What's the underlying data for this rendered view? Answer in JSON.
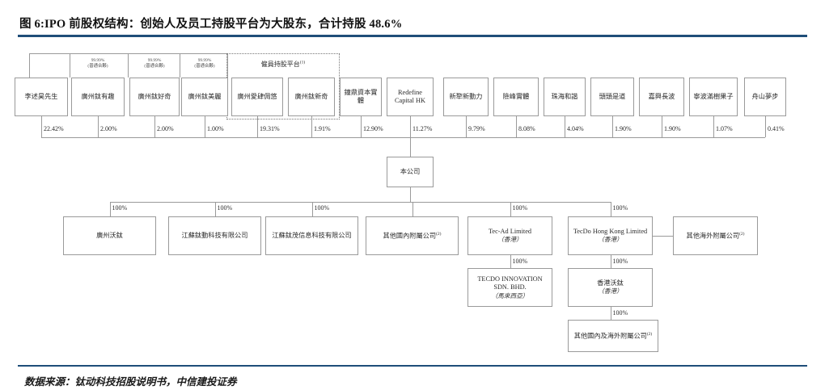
{
  "header": {
    "title": "图 6:IPO 前股权结构：创始人及员工持股平台为大股东，合计持股 48.6%",
    "accent_color": "#1f4e79"
  },
  "footer": {
    "source": "数据来源：钛动科技招股说明书，中信建投证券"
  },
  "chart_data": {
    "type": "diagram",
    "title": "图 6:IPO 前股权结构：创始人及员工持股平台为大股东，合计持股 48.6%",
    "platform_group": {
      "label": "僱員持股平台",
      "footnote": "(1)",
      "members": [
        "廣州愛肆倜悠",
        "廣州鈦新奇"
      ]
    },
    "gp_note": {
      "pct": "99.99%",
      "kind": "(普通合夥)"
    },
    "shareholders": [
      {
        "name": "李述昊先生",
        "pct": "22.42%",
        "gp": false,
        "platform": false
      },
      {
        "name": "廣州鈦有趣",
        "pct": "2.00%",
        "gp": true,
        "platform": false
      },
      {
        "name": "廣州鈦好奇",
        "pct": "2.00%",
        "gp": true,
        "platform": false
      },
      {
        "name": "廣州鈦美麗",
        "pct": "1.00%",
        "gp": true,
        "platform": false
      },
      {
        "name": "廣州愛肆倜悠",
        "pct": "19.31%",
        "gp": false,
        "platform": true
      },
      {
        "name": "廣州鈦新奇",
        "pct": "1.91%",
        "gp": false,
        "platform": true
      },
      {
        "name": "鐘鼎資本實體",
        "pct": "12.90%",
        "gp": false,
        "platform": false
      },
      {
        "name": "Redefine Capital HK",
        "pct": "11.27%",
        "gp": false,
        "platform": false,
        "latin": true
      },
      {
        "name": "新犂新動力",
        "pct": "9.79%",
        "gp": false,
        "platform": false
      },
      {
        "name": "險峰實體",
        "pct": "8.08%",
        "gp": false,
        "platform": false
      },
      {
        "name": "珠海和諧",
        "pct": "4.04%",
        "gp": false,
        "platform": false
      },
      {
        "name": "頭頭是道",
        "pct": "1.90%",
        "gp": false,
        "platform": false
      },
      {
        "name": "嘉興長波",
        "pct": "1.90%",
        "gp": false,
        "platform": false
      },
      {
        "name": "寧波滿樹果子",
        "pct": "1.07%",
        "gp": false,
        "platform": false
      },
      {
        "name": "舟山夢步",
        "pct": "0.41%",
        "gp": false,
        "platform": false
      }
    ],
    "company": {
      "name": "本公司"
    },
    "subsidiaries_level1": [
      {
        "name": "廣州沃鈦",
        "pct": "100%",
        "region": ""
      },
      {
        "name": "江蘇鈦動科技有限公司",
        "pct": "100%",
        "region": ""
      },
      {
        "name": "江蘇鈦茂信息科技有限公司",
        "pct": "100%",
        "region": ""
      },
      {
        "name": "其他國內附屬公司",
        "footnote": "(2)",
        "pct": "",
        "region": ""
      },
      {
        "name": "Tec-Ad Limited",
        "pct": "100%",
        "region": "（香港）",
        "latin": true
      },
      {
        "name": "TecDo Hong Kong Limited",
        "pct": "100%",
        "region": "（香港）",
        "latin": true
      },
      {
        "name": "其他海外附屬公司",
        "footnote": "(2)",
        "pct": "",
        "region": ""
      }
    ],
    "subsidiaries_level2": [
      {
        "name": "TECDO INNOVATION SDN. BHD.",
        "pct": "100%",
        "region": "（馬來西亞）",
        "latin": true,
        "parent": "Tec-Ad Limited"
      },
      {
        "name": "香港沃鈦",
        "pct": "100%",
        "region": "（香港）",
        "parent": "TecDo Hong Kong Limited"
      }
    ],
    "subsidiaries_level3": [
      {
        "name": "其他國內及海外附屬公司",
        "footnote": "(2)",
        "pct": "100%",
        "parent": "香港沃鈦"
      }
    ]
  }
}
